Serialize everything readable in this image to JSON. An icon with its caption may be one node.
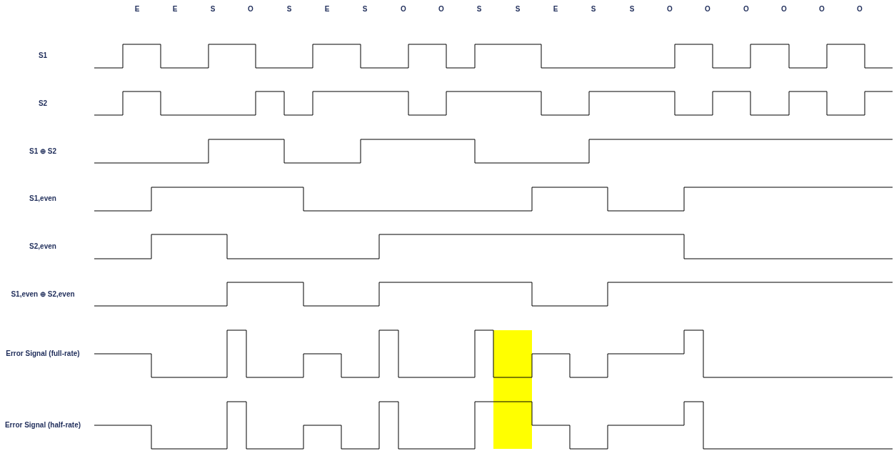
{
  "diagram": {
    "labels": [
      "E",
      "E",
      "S",
      "O",
      "S",
      "E",
      "S",
      "O",
      "O",
      "S",
      "S",
      "E",
      "S",
      "S",
      "O",
      "O",
      "O",
      "O",
      "O",
      "O",
      "S1",
      "S2",
      "S1 ⊕ S2",
      "S1,even",
      "S2,even",
      "S1,even ⊕ S2,even",
      "Error Signal (full-rate)",
      "Error Signal (half-rate)"
    ]
  }
}
